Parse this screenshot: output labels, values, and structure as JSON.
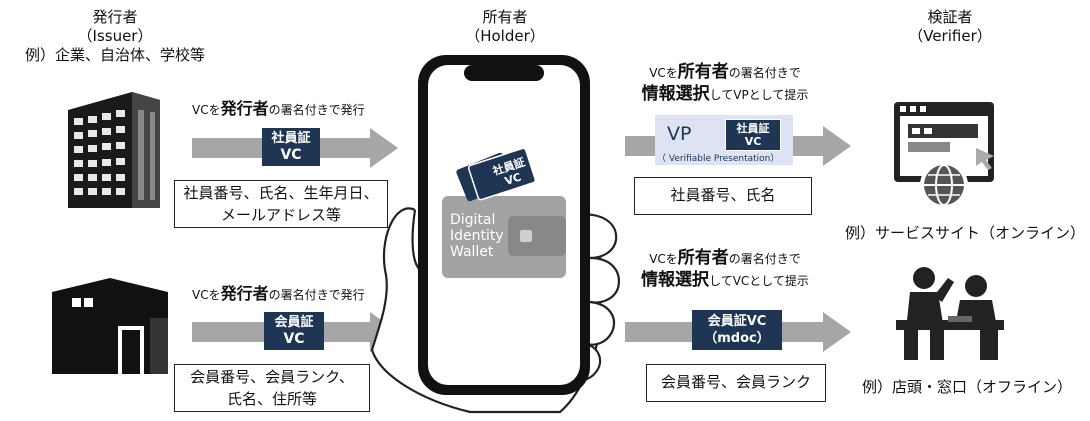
{
  "issuer": {
    "title": "発行者",
    "subtitle": "（Issuer）",
    "example": "例）企業、自治体、学校等"
  },
  "holder": {
    "title": "所有者",
    "subtitle": "（Holder）",
    "wallet_line1": "Digital",
    "wallet_line2": "Identity",
    "wallet_line3": "Wallet",
    "card_line1": "社員証",
    "card_line2": "VC"
  },
  "verifier": {
    "title": "検証者",
    "subtitle": "（Verifier）",
    "example_online": "例）サービスサイト（オンライン）",
    "example_offline": "例）店頭・窓口（オフライン）"
  },
  "top_issue": {
    "caption_pre": "VCを",
    "caption_bold": "発行者",
    "caption_post": "の署名付きで発行",
    "badge_line1": "社員証",
    "badge_line2": "VC",
    "info_line1": "社員番号、氏名、生年月日、",
    "info_line2": "メールアドレス等"
  },
  "bottom_issue": {
    "caption_pre": "VCを",
    "caption_bold": "発行者",
    "caption_post": "の署名付きで発行",
    "badge_line1": "会員証",
    "badge_line2": "VC",
    "info_line1": "会員番号、会員ランク、",
    "info_line2": "氏名、住所等"
  },
  "top_present": {
    "caption1_pre": "VCを",
    "caption1_bold": "所有者",
    "caption1_post": "の署名付きで",
    "caption2_bold": "情報選択",
    "caption2_post": "してVPとして提示",
    "vp_title": "VP",
    "vp_sub": "（ Verifiable Presentation）",
    "badge_line1": "社員証",
    "badge_line2": "VC",
    "info": "社員番号、氏名"
  },
  "bottom_present": {
    "caption1_pre": "VCを",
    "caption1_bold": "所有者",
    "caption1_post": "の署名付きで",
    "caption2_bold": "情報選択",
    "caption2_post": "してVCとして提示",
    "badge_line1": "会員証VC",
    "badge_line2": "（mdoc）",
    "info": "会員番号、会員ランク"
  },
  "colors": {
    "badge": "#1f3554",
    "arrow": "#a6a6a6",
    "vp_bg": "#dde3f2",
    "wallet": "#a3a3a3"
  }
}
